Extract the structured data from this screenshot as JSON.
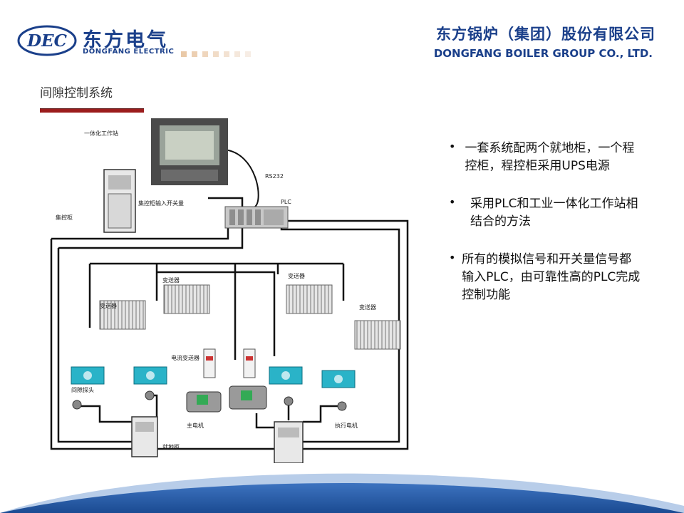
{
  "header": {
    "logo_text": "DEC",
    "brand_cn": "东方电气",
    "brand_en": "DONGFANG ELECTRIC",
    "company_cn": "东方锅炉（集团）股份有限公司",
    "company_en": "DONGFANG BOILER GROUP CO., LTD.",
    "square_colors": [
      "#e9c9a8",
      "#eccfb2",
      "#efd6bd",
      "#f1dcc7",
      "#f3e2d2",
      "#f5e8dc",
      "#f7ede5"
    ]
  },
  "page": {
    "title": "间隙控制系统"
  },
  "diagram": {
    "labels": {
      "workstation": "一体化工作站",
      "rs232": "RS232",
      "plc": "PLC",
      "central_cabinet": "集控柜",
      "central_switch": "集控柜输入开关量",
      "transmitter_a": "变送器",
      "transmitter_b": "变送器",
      "transmitter_c": "变送器",
      "transmitter_d": "变送器",
      "current_transmitter": "电流变送器",
      "gap_probe": "间隙探头",
      "main_motor": "主电机",
      "local_cabinet": "就地柜",
      "actuator_motor": "执行电机"
    }
  },
  "bullets": [
    "一套系统配两个就地柜，一个程控柜，程控柜采用UPS电源",
    "采用PLC和工业一体化工作站相结合的方法",
    "所有的模拟信号和开关量信号都输入PLC，由可靠性高的PLC完成控制功能"
  ],
  "colors": {
    "brand_blue": "#1a3f8a",
    "title_bar": "#9b1c1c",
    "footer_blue": "#2a5fa8"
  }
}
